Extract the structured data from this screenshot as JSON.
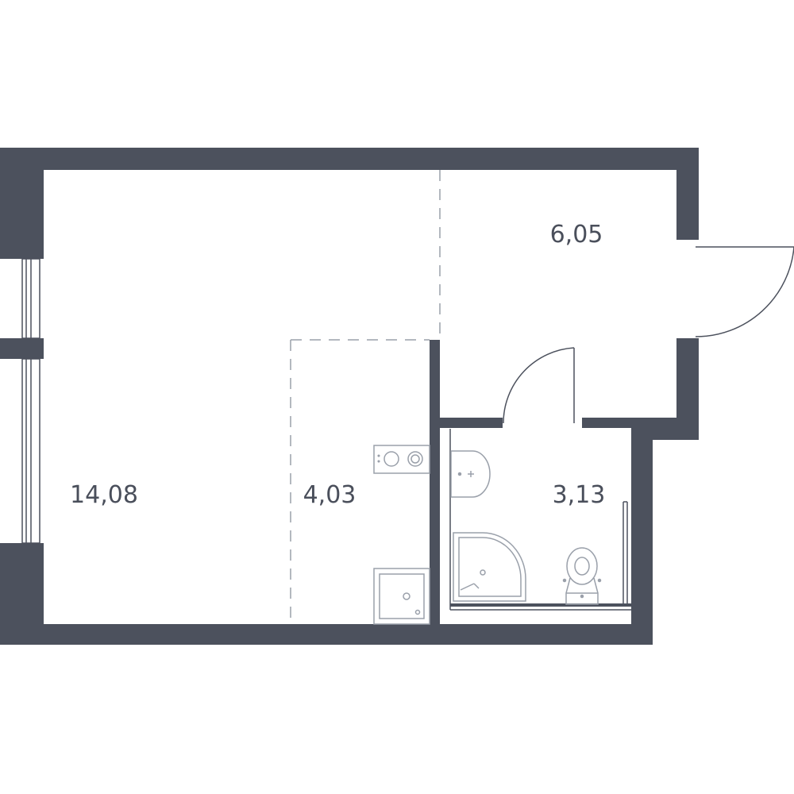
{
  "colors": {
    "wall": "#4c515d",
    "fixture_stroke": "#9aa0aa",
    "text": "#4a4f5b",
    "background": "#ffffff"
  },
  "rooms": {
    "living_room_area": "14,08",
    "kitchen_area": "4,03",
    "hallway_area": "6,05",
    "bathroom_area": "3,13"
  }
}
